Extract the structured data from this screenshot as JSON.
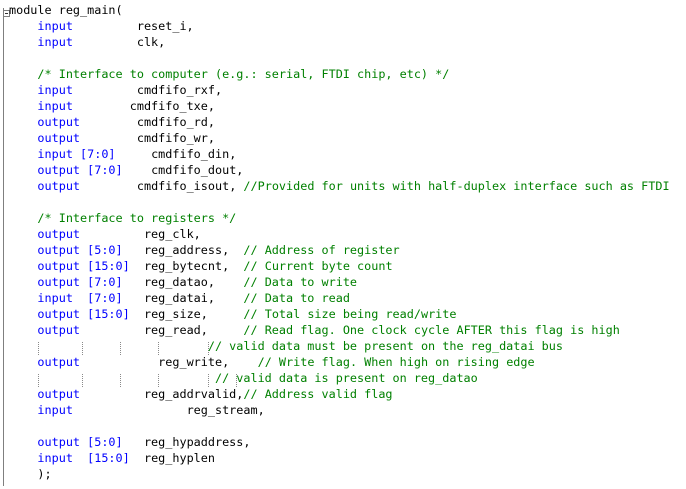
{
  "colors": {
    "background": "#ffffff",
    "text": "#000000",
    "keyword": "#0000ff",
    "comment": "#008000",
    "fold_marker": "#7f7f7f"
  },
  "code": {
    "lines": [
      {
        "id": "l1",
        "kw": "",
        "gap": "",
        "text": "module reg_main(",
        "comment": ""
      },
      {
        "id": "l2",
        "kw": "    input",
        "gap": "         ",
        "text": "reset_i,",
        "comment": ""
      },
      {
        "id": "l3",
        "kw": "    input",
        "gap": "         ",
        "text": "clk,",
        "comment": ""
      },
      {
        "id": "l5",
        "kw": "",
        "gap": "",
        "text": "",
        "comment": "    /* Interface to computer (e.g.: serial, FTDI chip, etc) */"
      },
      {
        "id": "l6",
        "kw": "    input",
        "gap": "         ",
        "text": "cmdfifo_rxf,",
        "comment": ""
      },
      {
        "id": "l7",
        "kw": "    input",
        "gap": "        ",
        "text": "cmdfifo_txe,",
        "comment": ""
      },
      {
        "id": "l8",
        "kw": "    output",
        "gap": "        ",
        "text": "cmdfifo_rd,",
        "comment": ""
      },
      {
        "id": "l9",
        "kw": "    output",
        "gap": "        ",
        "text": "cmdfifo_wr,",
        "comment": ""
      },
      {
        "id": "l10",
        "kw": "    input [7:0]",
        "gap": "     ",
        "text": "cmdfifo_din,",
        "comment": ""
      },
      {
        "id": "l11",
        "kw": "    output [7:0]",
        "gap": "    ",
        "text": "cmdfifo_dout,",
        "comment": ""
      },
      {
        "id": "l12",
        "kw": "    output",
        "gap": "        ",
        "text": "cmdfifo_isout, ",
        "comment": "//Provided for units with half-duplex interface such as FTDI"
      },
      {
        "id": "l14",
        "kw": "",
        "gap": "",
        "text": "",
        "comment": "    /* Interface to registers */"
      },
      {
        "id": "l15",
        "kw": "    output",
        "gap": "         ",
        "text": "reg_clk,",
        "comment": ""
      },
      {
        "id": "l16",
        "kw": "    output [5:0]",
        "gap": "   ",
        "text": "reg_address,  ",
        "comment": "// Address of register"
      },
      {
        "id": "l17",
        "kw": "    output [15:0]",
        "gap": "  ",
        "text": "reg_bytecnt,  ",
        "comment": "// Current byte count"
      },
      {
        "id": "l18",
        "kw": "    output [7:0]",
        "gap": "   ",
        "text": "reg_datao,    ",
        "comment": "// Data to write"
      },
      {
        "id": "l19",
        "kw": "    input  [7:0]",
        "gap": "   ",
        "text": "reg_datai,    ",
        "comment": "// Data to read"
      },
      {
        "id": "l20",
        "kw": "    output [15:0]",
        "gap": "  ",
        "text": "reg_size,     ",
        "comment": "// Total size being read/write"
      },
      {
        "id": "l21",
        "kw": "    output",
        "gap": "         ",
        "text": "reg_read,     ",
        "comment": "// Read flag. One clock cycle AFTER this flag is high"
      },
      {
        "id": "l22",
        "kw": "",
        "gap": "",
        "text": "                            ",
        "comment": "// valid data must be present on the reg_datai bus"
      },
      {
        "id": "l23",
        "kw": "    output",
        "gap": "           ",
        "text": "reg_write,    ",
        "comment": "// Write flag. When high on rising edge"
      },
      {
        "id": "l24",
        "kw": "",
        "gap": "",
        "text": "                             ",
        "comment": "// valid data is present on reg_datao"
      },
      {
        "id": "l25",
        "kw": "    output",
        "gap": "         ",
        "text": "reg_addrvalid,",
        "comment": "// Address valid flag"
      },
      {
        "id": "l26",
        "kw": "    input",
        "gap": "                ",
        "text": "reg_stream,",
        "comment": ""
      },
      {
        "id": "l28",
        "kw": "    output [5:0]",
        "gap": "   ",
        "text": "reg_hypaddress,",
        "comment": ""
      },
      {
        "id": "l29",
        "kw": "    input  [15:0]",
        "gap": "  ",
        "text": "reg_hyplen",
        "comment": ""
      },
      {
        "id": "l30",
        "kw": "",
        "gap": "",
        "text": "    );",
        "comment": ""
      }
    ]
  }
}
